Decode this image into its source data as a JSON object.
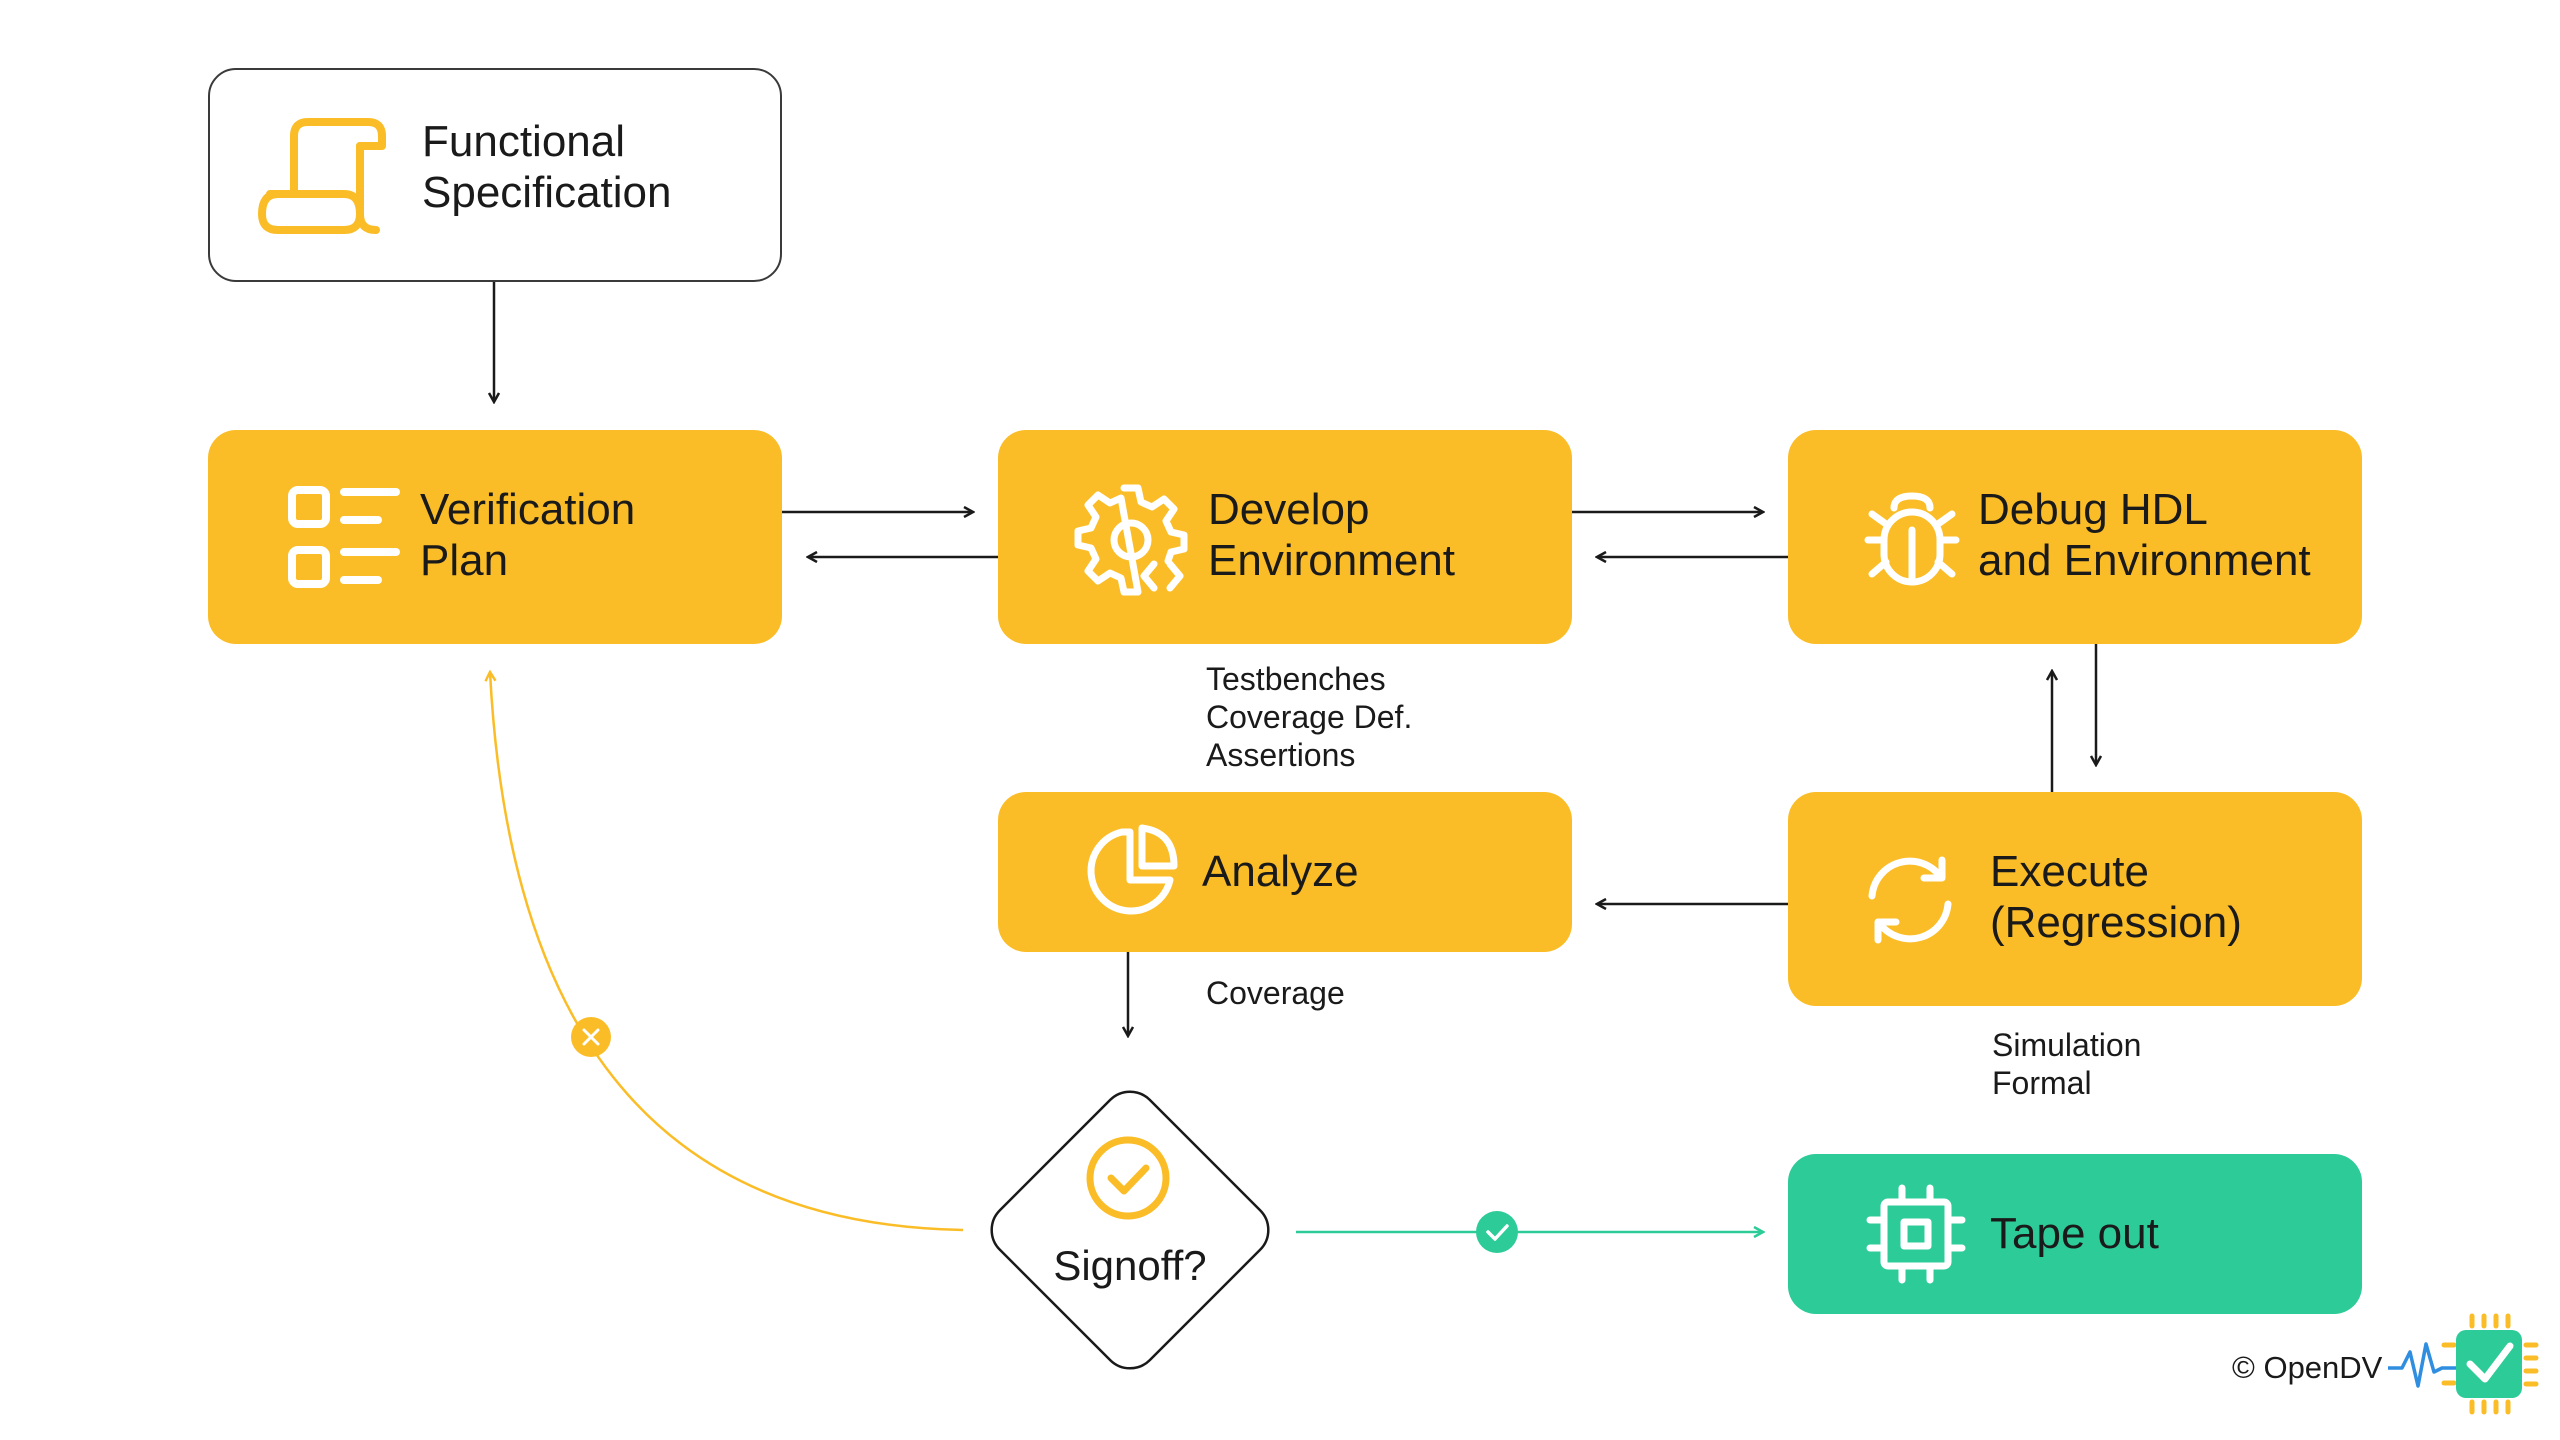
{
  "nodes": {
    "functional_spec": "Functional\nSpecification",
    "verification_plan": "Verification\nPlan",
    "develop_env": "Develop\nEnvironment",
    "debug": "Debug HDL\nand Environment",
    "analyze": "Analyze",
    "execute": "Execute\n(Regression)",
    "signoff": "Signoff?",
    "tapeout": "Tape out"
  },
  "notes": {
    "develop_outputs": "Testbenches\nCoverage Def.\nAssertions",
    "analyze_outputs": "Coverage",
    "execute_outputs": "Simulation\nFormal"
  },
  "icons": {
    "functional_spec": "scroll-icon",
    "verification_plan": "checklist-icon",
    "develop_env": "gear-code-icon",
    "debug": "bug-icon",
    "analyze": "pie-chart-icon",
    "execute": "refresh-icon",
    "signoff": "check-circle-icon",
    "tapeout": "chip-icon"
  },
  "footer": {
    "copyright": "© OpenDV"
  },
  "colors": {
    "yellow": "#fbbd27",
    "green": "#2ccb98",
    "dark": "#1a1a1a"
  }
}
